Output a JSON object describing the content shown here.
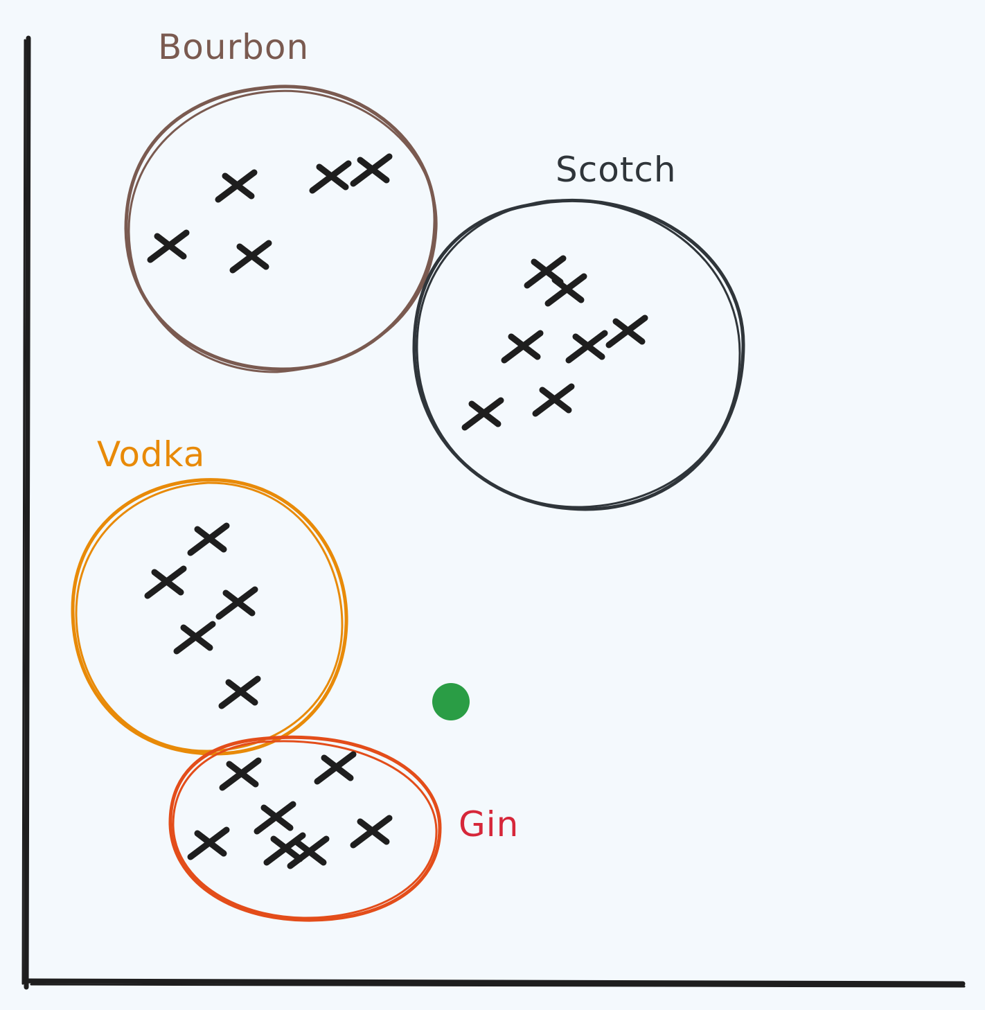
{
  "canvas": {
    "background": "#f4f9fd"
  },
  "clusters": [
    {
      "id": "bourbon",
      "label": "Bourbon",
      "color": "#7a5a50",
      "points": [
        [
          342,
          268
        ],
        [
          478,
          255
        ],
        [
          537,
          245
        ],
        [
          244,
          355
        ],
        [
          363,
          370
        ]
      ]
    },
    {
      "id": "scotch",
      "label": "Scotch",
      "color": "#2f353a",
      "points": [
        [
          788,
          392
        ],
        [
          818,
          418
        ],
        [
          755,
          500
        ],
        [
          848,
          500
        ],
        [
          906,
          478
        ],
        [
          800,
          577
        ],
        [
          698,
          597
        ]
      ]
    },
    {
      "id": "vodka",
      "label": "Vodka",
      "color": "#e88a08",
      "points": [
        [
          302,
          778
        ],
        [
          240,
          840
        ],
        [
          343,
          870
        ],
        [
          282,
          920
        ],
        [
          347,
          999
        ]
      ]
    },
    {
      "id": "gin",
      "label": "Gin",
      "color": "#e34d1a",
      "label_color": "#d6273a",
      "points": [
        [
          348,
          1117
        ],
        [
          485,
          1108
        ],
        [
          398,
          1180
        ],
        [
          537,
          1200
        ],
        [
          302,
          1217
        ],
        [
          412,
          1225
        ],
        [
          446,
          1230
        ]
      ]
    }
  ],
  "query_point": {
    "color": "#2a9d45"
  }
}
